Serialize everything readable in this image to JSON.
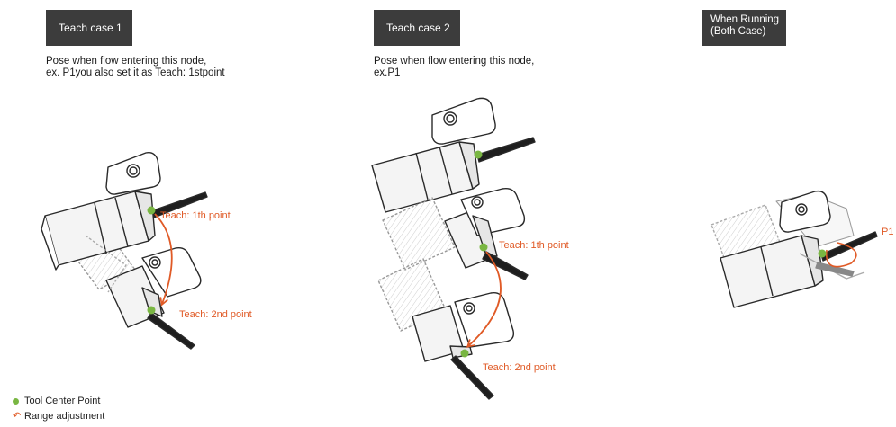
{
  "panels": {
    "case1": {
      "title": "Teach case 1",
      "description": "Pose when flow entering this node,\nex. P1you also set it as Teach: 1stpoint",
      "first_point_label": "Teach: 1th point",
      "second_point_label": "Teach: 2nd point"
    },
    "case2": {
      "title": "Teach case 2",
      "description": "Pose when flow entering this node,\nex.P1",
      "first_point_label": "Teach: 1th point",
      "second_point_label": "Teach: 2nd point"
    },
    "running": {
      "title": "When Running\n(Both Case)",
      "point_label": "P1"
    }
  },
  "legend": {
    "tcp_label": "Tool Center Point",
    "range_label": "Range adjustment"
  },
  "colors": {
    "tag_bg": "#3c3c3c",
    "tcp": "#79b642",
    "arrow": "#e05a26",
    "line": "#2a2a2a"
  }
}
